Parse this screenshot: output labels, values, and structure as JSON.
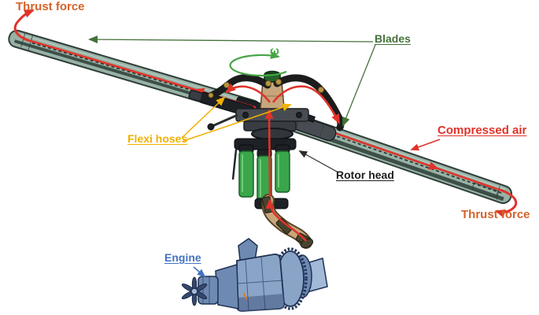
{
  "figure": {
    "labels": {
      "thrust_force_top": {
        "text": "Thrust force",
        "color": "#d4622a"
      },
      "blades": {
        "text": "Blades",
        "color": "#45713a"
      },
      "omega": {
        "text": "ω",
        "color": "#46a546"
      },
      "compressed_air": {
        "text": "Compressed air",
        "color": "#e0332a"
      },
      "thrust_force_bottom": {
        "text": "Thrust force",
        "color": "#d4622a"
      },
      "flexi_hoses": {
        "text": "Flexi hoses",
        "color": "#f0b100"
      },
      "rotor_head": {
        "text": "Rotor head",
        "color": "#1f1f1f"
      },
      "engine": {
        "text": "Engine",
        "color": "#4472c4"
      }
    },
    "colors": {
      "airflow_red": "#e0332a",
      "blade_fill": "#98b2a6",
      "blade_edge": "#2f3e38",
      "blade_stripe": "#3d4f47",
      "leader_green": "#45713a",
      "rotation_green": "#46a546",
      "hose_black": "#1c1c1c",
      "hose_yellow": "#f0b100",
      "mast_tan": "#c7a67c",
      "pipe_edge": "#5a4628",
      "actuator_green": "#3aa64a",
      "actuator_edge": "#1b5e2a",
      "head_gray": "#474c52",
      "head_dark": "#1d2024",
      "engine_blue": "#8aa4c8",
      "engine_blue_mid": "#6e8ab2",
      "engine_blue_light": "#a3b9d8",
      "engine_edge": "#1f3152",
      "leader_blue": "#4472c4",
      "leader_black": "#2b2b2b",
      "fitting_gold": "#b8963f"
    }
  }
}
